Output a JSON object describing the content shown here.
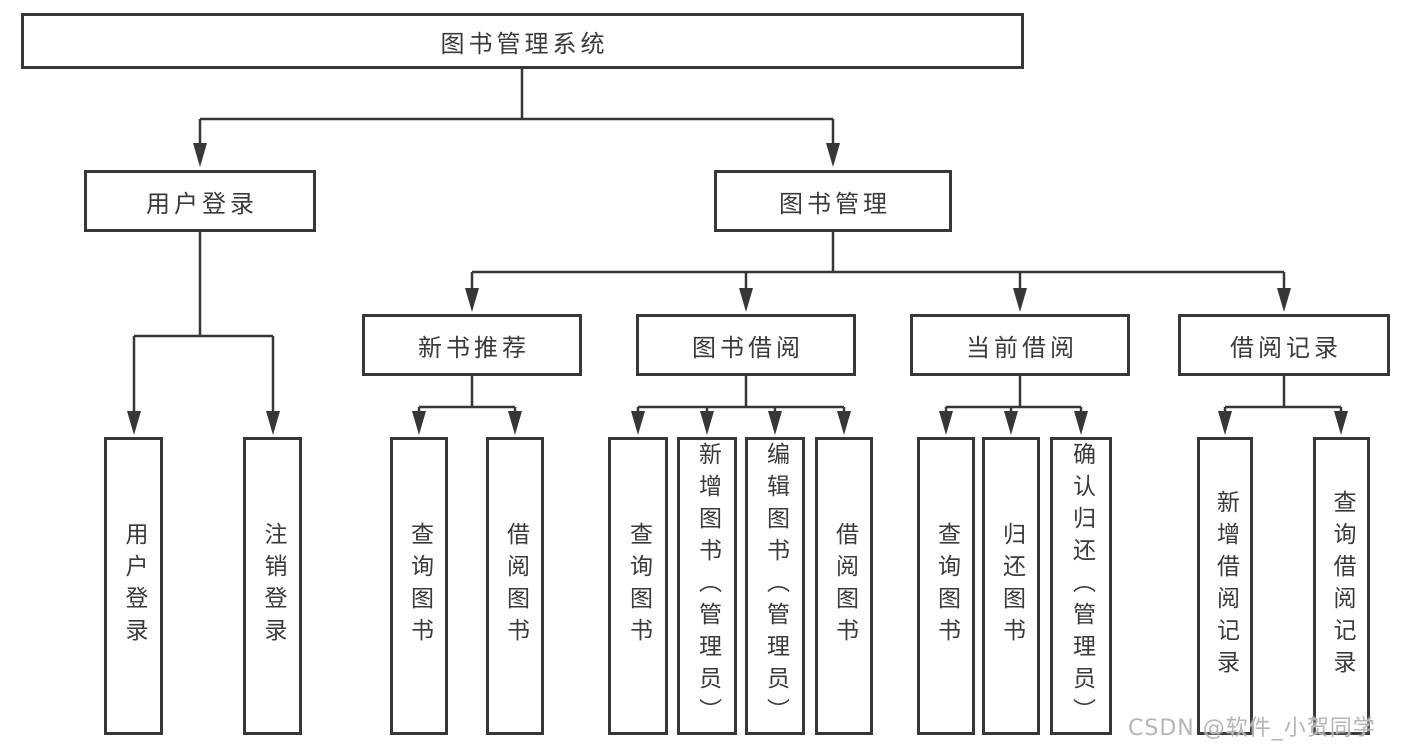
{
  "diagram": {
    "title": "图书管理系统",
    "type": "hierarchy-diagram"
  },
  "nodes": {
    "root": {
      "label": "图书管理系统"
    },
    "user_login": {
      "label": "用户登录"
    },
    "book_management": {
      "label": "图书管理"
    },
    "new_book_recommend": {
      "label": "新书推荐"
    },
    "book_borrow": {
      "label": "图书借阅"
    },
    "current_borrow": {
      "label": "当前借阅"
    },
    "borrow_records": {
      "label": "借阅记录"
    },
    "leaf_user_login": {
      "label": "用户登录"
    },
    "leaf_logout": {
      "label": "注销登录"
    },
    "leaf_query_books_recommend": {
      "label": "查询图书"
    },
    "leaf_borrow_books_recommend": {
      "label": "借阅图书"
    },
    "leaf_query_books_borrow": {
      "label": "查询图书"
    },
    "leaf_add_book_admin": {
      "label": "新增图书（管理员）"
    },
    "leaf_edit_book_admin": {
      "label": "编辑图书（管理员）"
    },
    "leaf_borrow_books_borrow": {
      "label": "借阅图书"
    },
    "leaf_query_books_current": {
      "label": "查询图书"
    },
    "leaf_return_book": {
      "label": "归还图书"
    },
    "leaf_confirm_return_admin": {
      "label": "确认归还（管理员）"
    },
    "leaf_add_borrow_record": {
      "label": "新增借阅记录"
    },
    "leaf_query_borrow_record": {
      "label": "查询借阅记录"
    }
  },
  "hierarchy": {
    "图书管理系统": {
      "用户登录": [
        "用户登录",
        "注销登录"
      ],
      "图书管理": {
        "新书推荐": [
          "查询图书",
          "借阅图书"
        ],
        "图书借阅": [
          "查询图书",
          "新增图书（管理员）",
          "编辑图书（管理员）",
          "借阅图书"
        ],
        "当前借阅": [
          "查询图书",
          "归还图书",
          "确认归还（管理员）"
        ],
        "借阅记录": [
          "新增借阅记录",
          "查询借阅记录"
        ]
      }
    }
  },
  "watermark": {
    "text": "CSDN @软件_小贺同学"
  },
  "colors": {
    "background": "#ffffff",
    "line": "#373737",
    "box_border": "#373737",
    "text": "#3a3a3a",
    "watermark": "#b5b5b5"
  }
}
